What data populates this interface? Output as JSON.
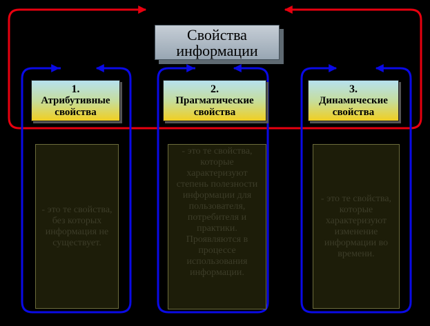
{
  "title": {
    "line1": "Свойства",
    "line2": "информации"
  },
  "categories": [
    {
      "number": "1.",
      "line1": "Атрибутивные",
      "line2": "свойства",
      "description": "- это те свойства, без которых информация не существует."
    },
    {
      "number": "2.",
      "line1": "Прагматические",
      "line2": "свойства",
      "description": "- это те свойства, которые характеризуют степень полезности информации для пользователя, потребителя и практики. Проявляются в процессе использования информации."
    },
    {
      "number": "3.",
      "line1": "Динамические",
      "line2": "свойства",
      "description": "- это те свойства, которые характеризуют изменение информации во времени."
    }
  ],
  "colors": {
    "red_loop": "#e8000f",
    "blue_loop": "#0a0ae6",
    "background": "#000000"
  }
}
